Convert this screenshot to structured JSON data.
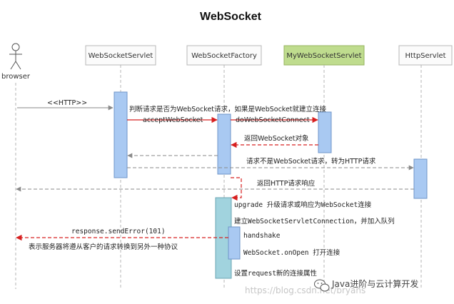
{
  "title": "WebSocket",
  "actor": "browser",
  "participants": [
    "WebSocketServlet",
    "WebSocketFactory",
    "MyWebSocketServlet",
    "HttpServlet"
  ],
  "messages": {
    "http": "<<HTTP>>",
    "judge": "判断请求是否为WebSocket请求，如果是WebSocket就建立连接",
    "accept": "acceptWebSocket",
    "do_connect": "doWebSocketConnect",
    "return_object": "返回WebSocket对象",
    "not_ws": "请求不是WebSocket请求，转为HTTP请求",
    "return_http": "返回HTTP请求响应",
    "upgrade": "upgrade 升级请求或响应为WebSocket连接",
    "build_conn": "建立WebSocketServletConnection，并加入队列",
    "handshake": "handshake",
    "on_open": "WebSocket.onOpen 打开连接",
    "send_error": "response.sendError(101)",
    "server_notice": "表示服务器将遵从客户的请求转换到另外一种协议",
    "set_attr": "设置request新的连接属性"
  },
  "watermark": "https://blog.csdn.net/bryans",
  "brand": "Java进阶与云计算开发"
}
